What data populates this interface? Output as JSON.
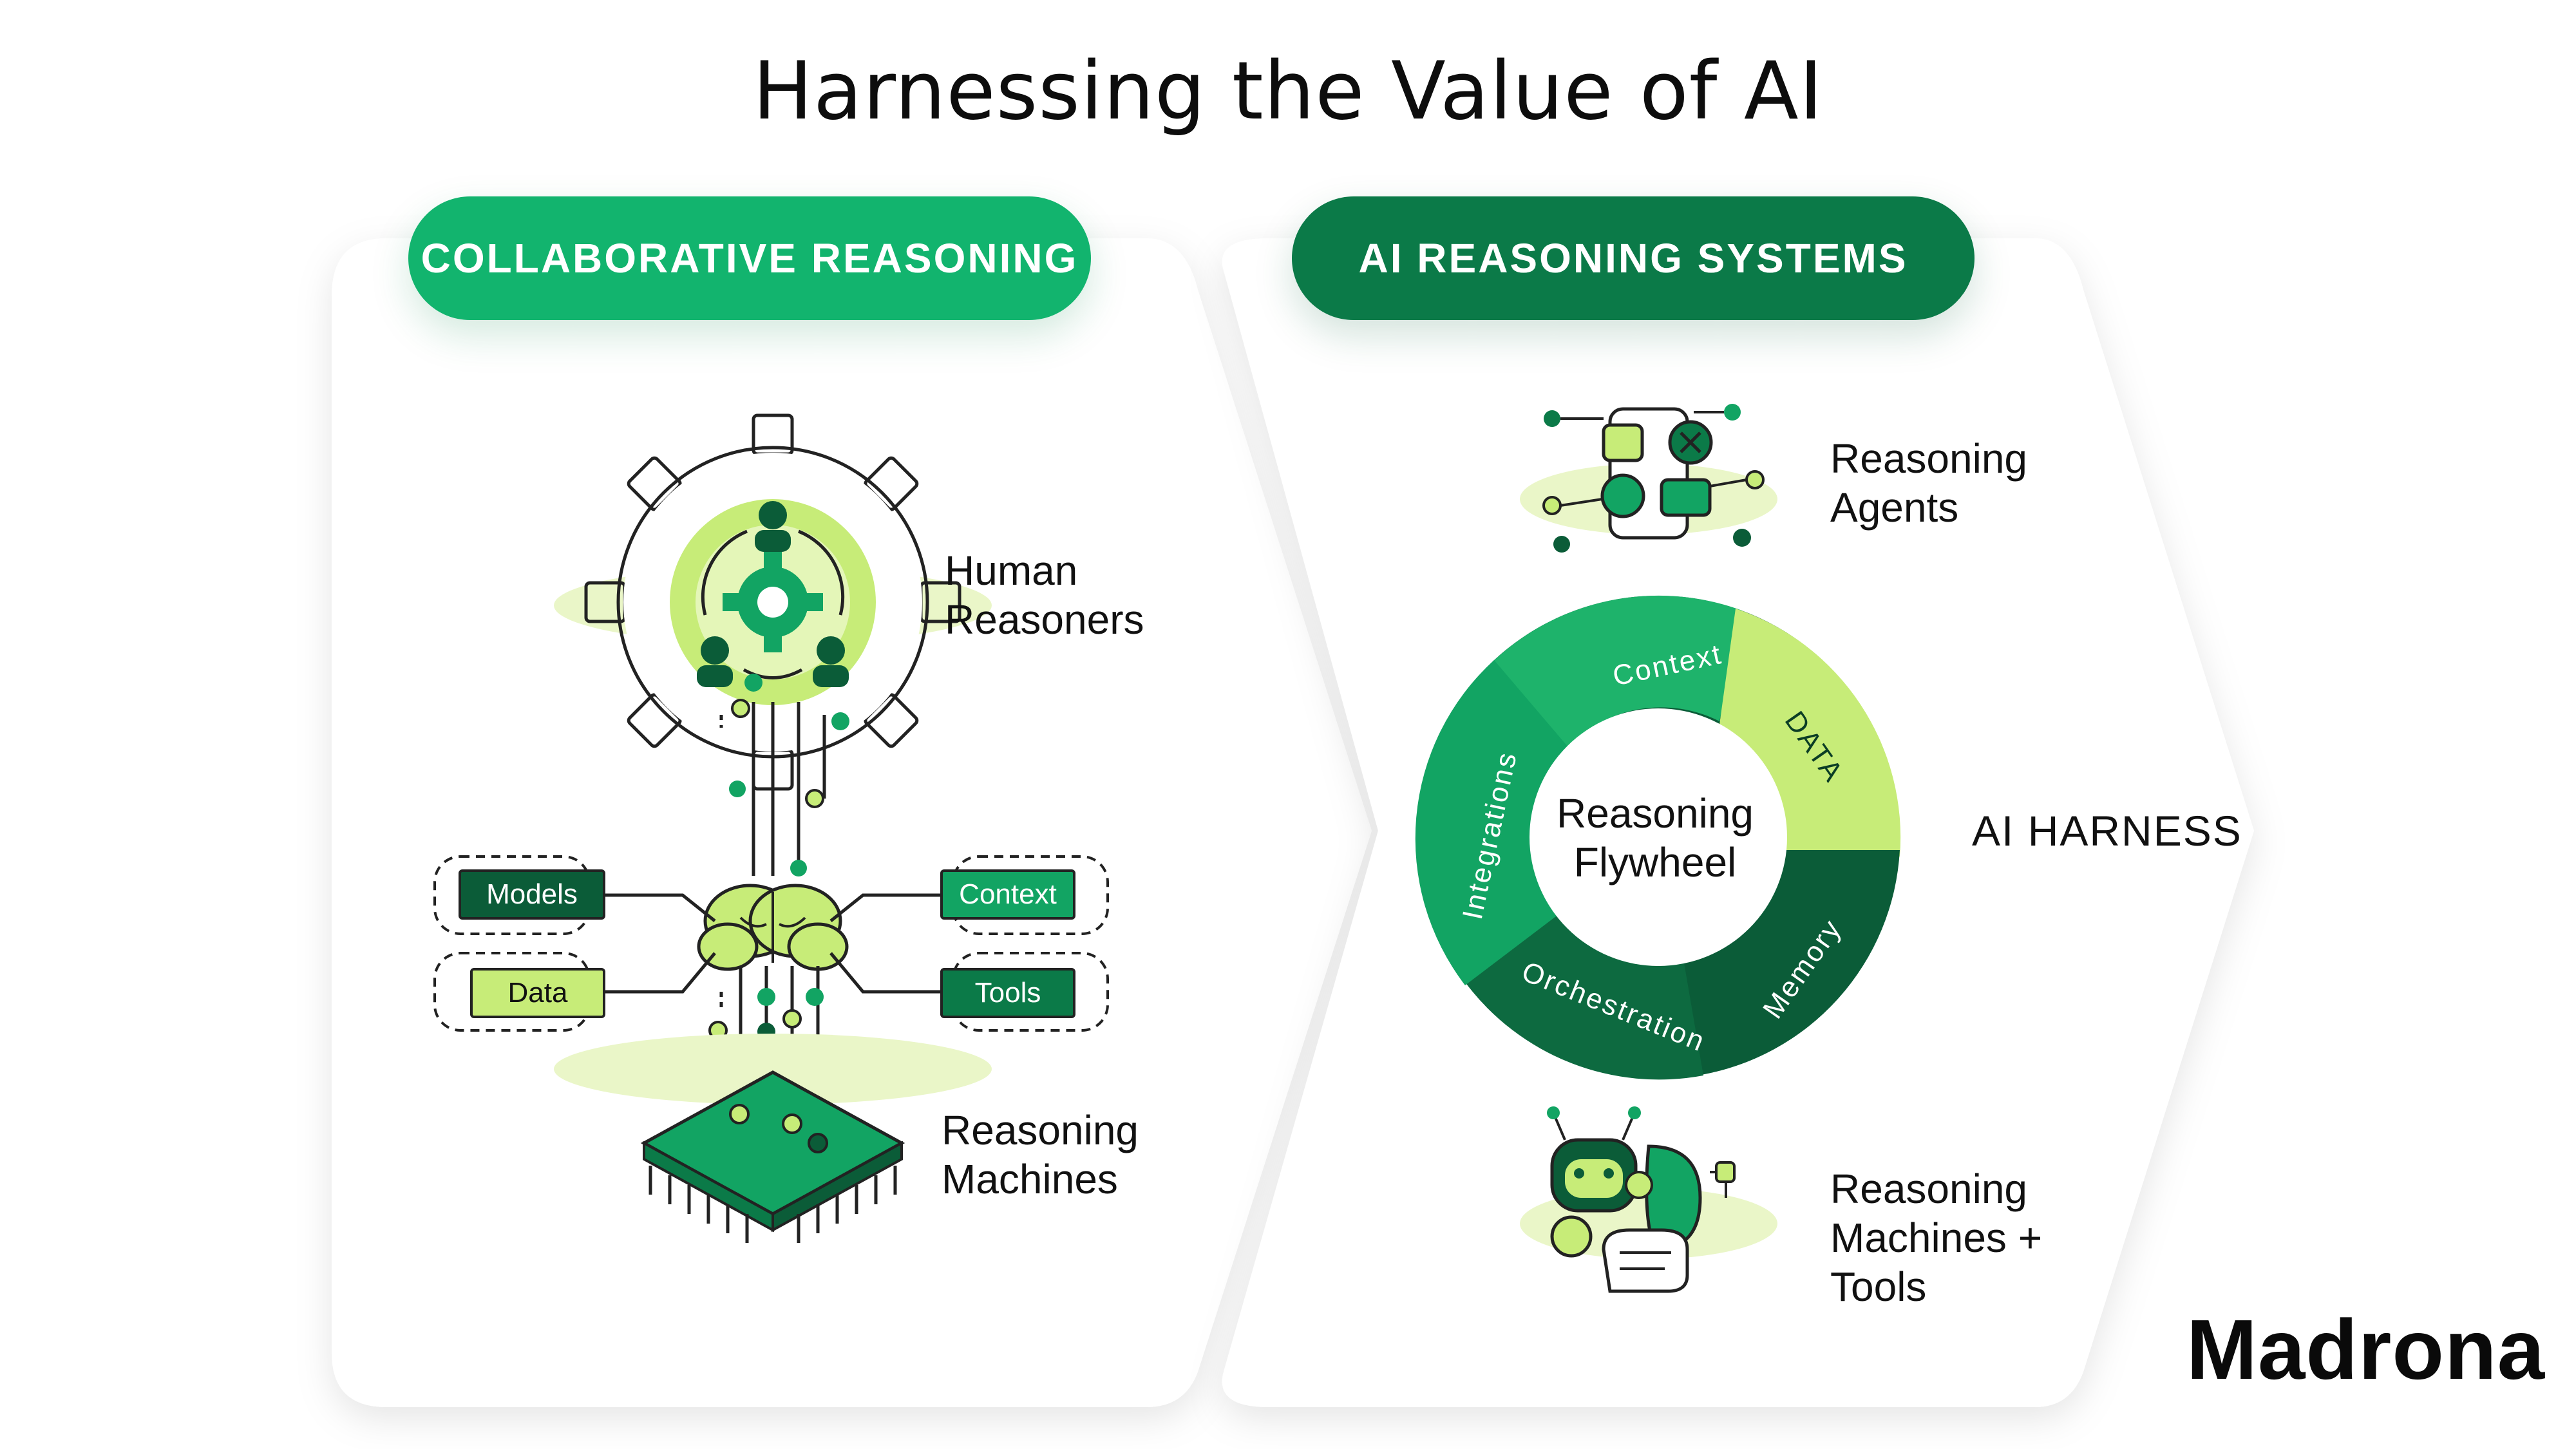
{
  "title": "Harnessing the Value of AI",
  "left_panel": {
    "pill_label": "COLLABORATIVE REASONING",
    "human_label": "Human\nReasoners",
    "machine_label": "Reasoning\nMachines",
    "boxes": {
      "models": "Models",
      "data": "Data",
      "context": "Context",
      "tools": "Tools"
    }
  },
  "right_panel": {
    "pill_label": "AI REASONING SYSTEMS",
    "agents_label": "Reasoning\nAgents",
    "machines_tools_label": "Reasoning\nMachines +\nTools",
    "harness_label": "AI HARNESS",
    "flywheel": {
      "center": "Reasoning\nFlywheel",
      "segments": [
        "Context",
        "DATA",
        "Memory",
        "Orchestration",
        "Integrations"
      ]
    }
  },
  "logo": "Madrona",
  "colors": {
    "dark_green": "#0b5c38",
    "mid_green": "#12a463",
    "bright_green": "#1eb36b",
    "light_green": "#c7ec78",
    "pale_green": "#e6f6cf",
    "panel_fill": "#ffffff"
  }
}
